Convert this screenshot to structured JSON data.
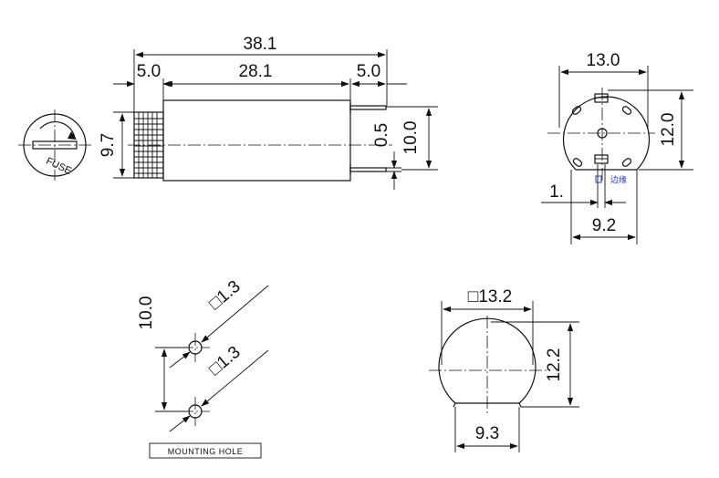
{
  "side_view": {
    "overall_length": "38.1",
    "cap_length": "5.0",
    "body_length": "28.1",
    "pin_length": "5.0",
    "cap_diameter": "9.7",
    "pin_thickness": "0.5",
    "pin_spacing": "10.0",
    "cap_text": "FUSE"
  },
  "end_view": {
    "width": "13.0",
    "height": "12.0",
    "pin_width": "1.",
    "pin_span": "9.2",
    "blue_note": "边缘"
  },
  "mounting_hole": {
    "spacing": "10.0",
    "hole_1": "□1.3",
    "hole_2": "□1.3",
    "label": "MOUNTING HOLE"
  },
  "panel_cutout": {
    "width": "□13.2",
    "height": "12.2",
    "flat_width": "9.3"
  },
  "colors": {
    "line": "#111111",
    "note": "#1a3fbf"
  }
}
